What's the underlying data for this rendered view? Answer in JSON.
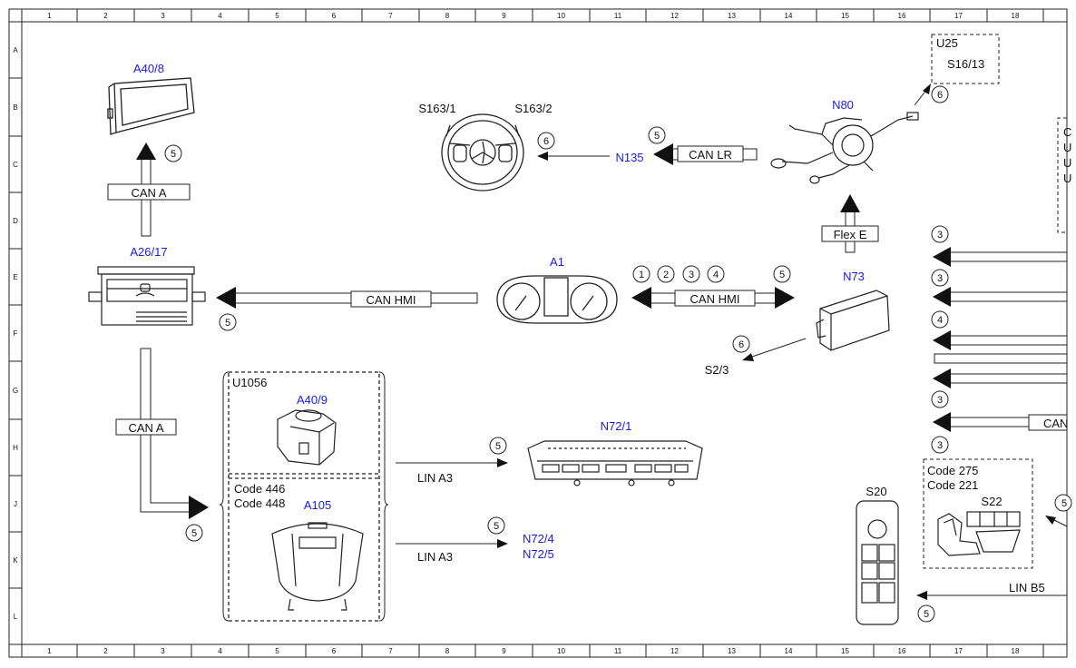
{
  "grid": {
    "columns": [
      "1",
      "2",
      "3",
      "4",
      "5",
      "6",
      "7",
      "8",
      "9",
      "10",
      "11",
      "12",
      "13",
      "14",
      "15",
      "16",
      "17",
      "18"
    ],
    "rows": [
      "A",
      "B",
      "C",
      "D",
      "E",
      "F",
      "G",
      "H",
      "J",
      "K",
      "L"
    ]
  },
  "components": {
    "a40_8": "A40/8",
    "s163_1": "S163/1",
    "s163_2": "S163/2",
    "n135": "N135",
    "n80": "N80",
    "u25": "U25",
    "s16_13": "S16/13",
    "a26_17": "A26/17",
    "a1": "A1",
    "n73": "N73",
    "s2_3": "S2/3",
    "u1056": "U1056",
    "a40_9": "A40/9",
    "code446": "Code 446",
    "code448": "Code 448",
    "a105": "A105",
    "n72_1": "N72/1",
    "n72_4": "N72/4",
    "n72_5": "N72/5",
    "s20": "S20",
    "code275": "Code 275",
    "code221": "Code 221",
    "s22": "S22"
  },
  "buses": {
    "can_a": "CAN A",
    "can_lr": "CAN LR",
    "flex_e": "Flex E",
    "can_hmi": "CAN HMI",
    "lin_a3": "LIN A3",
    "lin_b5": "LIN B5",
    "can_cut": "CAN"
  },
  "callouts": {
    "n1": "1",
    "n2": "2",
    "n3": "3",
    "n4": "4",
    "n5": "5",
    "n6": "6"
  },
  "right_edge_fragment": [
    "C",
    "U",
    "U",
    "U"
  ],
  "colors": {
    "component_label": "#1a1ae6",
    "line": "#111111"
  }
}
